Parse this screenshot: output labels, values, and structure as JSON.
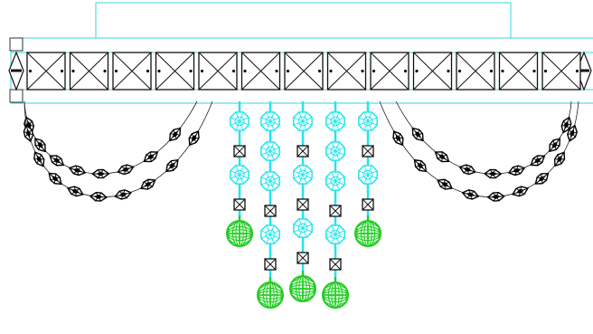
{
  "drawing": {
    "kind": "CAD elevation of a crystal chandelier",
    "colors": {
      "frame": "#33d6e0",
      "panel_stroke": "#111111",
      "swag_crystal": "#000000",
      "cyan_prism": "#22e5f0",
      "green_ball": "#22cc22",
      "background": "#ffffff"
    },
    "frame_panel_count": 13,
    "swag_sides": 2,
    "swag_strands_per_side": 2,
    "cyan_strand_count": 5,
    "pendant_ball_count": 5,
    "cyan_strands": [
      {
        "elements": [
          "octagon",
          "square",
          "octagon",
          "square",
          "ball"
        ]
      },
      {
        "elements": [
          "octagon",
          "octagon",
          "octagon",
          "square",
          "octagon",
          "square",
          "ball"
        ]
      },
      {
        "elements": [
          "octagon",
          "square",
          "octagon",
          "square",
          "octagon",
          "square",
          "ball"
        ]
      },
      {
        "elements": [
          "octagon",
          "octagon",
          "octagon",
          "square",
          "octagon",
          "square",
          "ball"
        ]
      },
      {
        "elements": [
          "octagon",
          "square",
          "octagon",
          "square",
          "ball"
        ]
      }
    ]
  }
}
